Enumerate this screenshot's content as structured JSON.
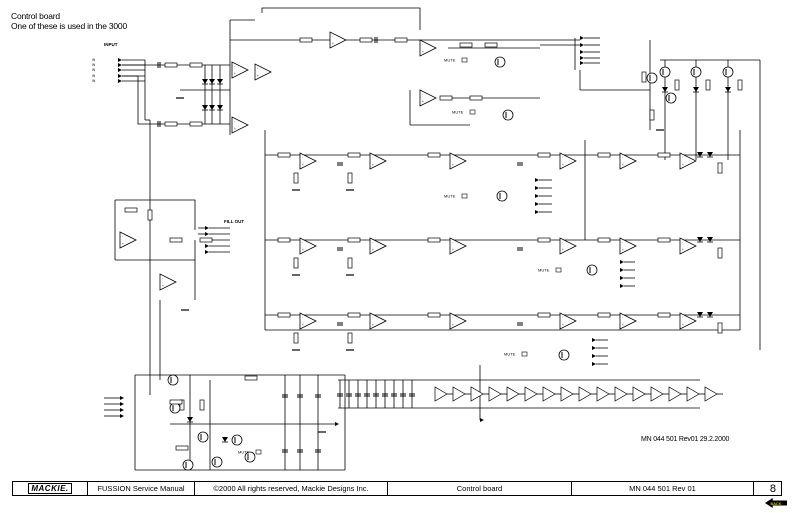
{
  "page": {
    "title_line1": "Control board",
    "title_line2": "One of these is used in the 3000",
    "doc_reference": "MN 044 501 Rev01  29.2.2000"
  },
  "schematic": {
    "section_labels": {
      "input": "INPUT",
      "fill_out": "FILL OUT"
    },
    "mute_labels": [
      "MUTE",
      "MUTE",
      "MUTE",
      "MUTE",
      "MUTE",
      "MUTE"
    ],
    "opamp_count_signal": 20,
    "buffer_chain_count": 16,
    "decoupling_cap_count": 9,
    "transistor_count": 14
  },
  "footer": {
    "logo": "MACKIE.",
    "manual": "FUSSION Service Manual",
    "copyright": "©2000 All rights reserved, Mackie Designs Inc.",
    "section": "Control board",
    "doc_number": "MN 044 501 Rev 01",
    "page_number": "8"
  },
  "nav": {
    "back_label": "BACK",
    "back_icon": "arrow-left-icon"
  }
}
